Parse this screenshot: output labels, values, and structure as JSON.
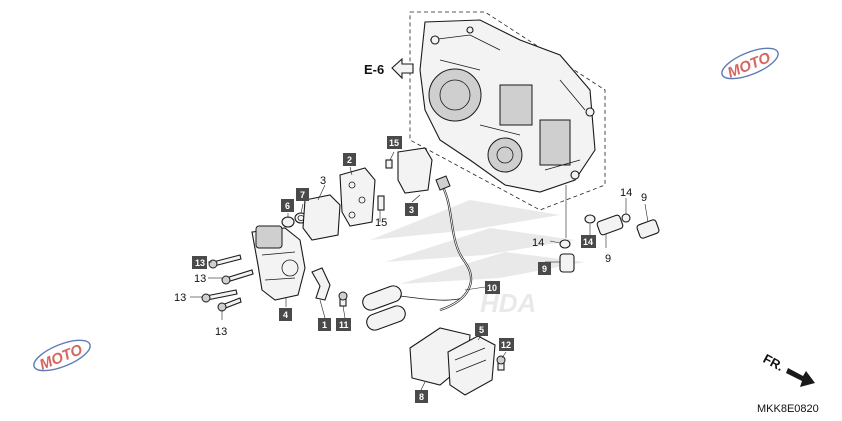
{
  "ref_arrow": "E-6",
  "direction_label": "FR.",
  "diagram_code": "MKK8E0820",
  "watermark": "MOTO",
  "colors": {
    "box": "#4a4a4a",
    "watermark_red": "#c8342c",
    "watermark_blue": "#2a4fa0"
  },
  "callouts": {
    "c13a": "13",
    "c13b": "13",
    "c13c": "13",
    "c13d": "13",
    "c6": "6",
    "c7": "7",
    "c3a": "3",
    "c2": "2",
    "c15a": "15",
    "c15b": "15",
    "c3b": "3",
    "c4": "4",
    "c1": "1",
    "c11": "11",
    "c10": "10",
    "c5": "5",
    "c8": "8",
    "c12": "12",
    "c14a": "14",
    "c14b": "14",
    "c14c": "14",
    "c9a": "9",
    "c9b": "9",
    "c9c": "9"
  }
}
